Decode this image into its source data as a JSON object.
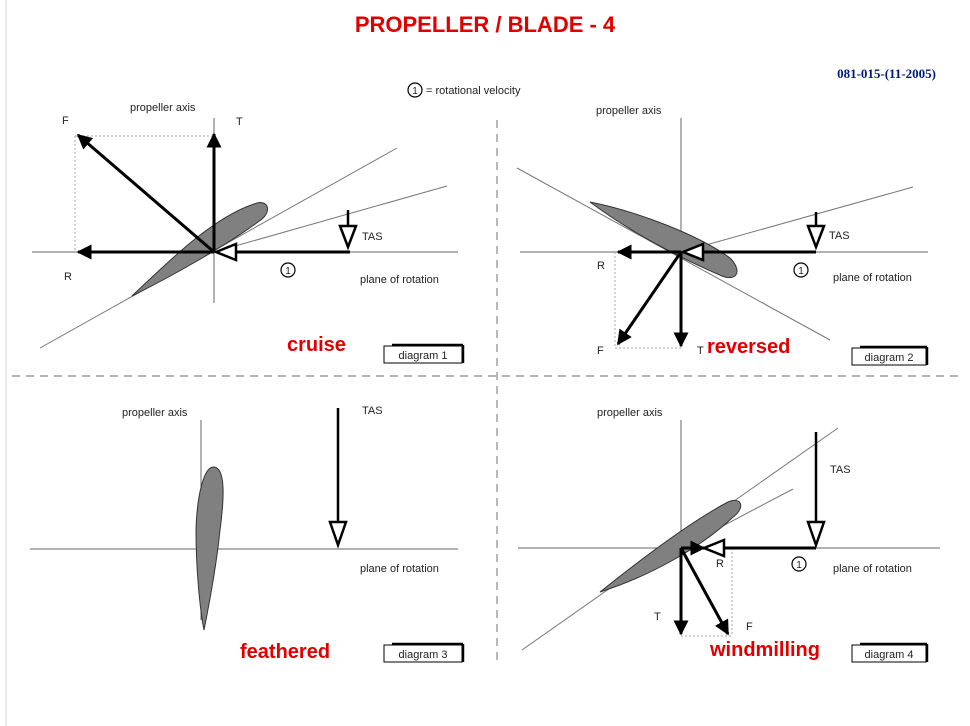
{
  "header": {
    "title": "PROPELLER / BLADE - 4",
    "reference": "081-015-(11-2005)"
  },
  "legend": {
    "symbol": "1",
    "text": "= rotational velocity"
  },
  "colors": {
    "title": "#e00000",
    "reference": "#001a80",
    "blade": "#7f7f7f"
  },
  "diagrams": [
    {
      "label": "diagram 1",
      "mode": "cruise",
      "axis_label": "propeller axis",
      "plane_label": "plane of rotation",
      "vectors": {
        "F": "F",
        "T": "T",
        "R": "R",
        "TAS": "TAS",
        "rot": "1"
      }
    },
    {
      "label": "diagram 2",
      "mode": "reversed",
      "axis_label": "propeller axis",
      "plane_label": "plane of rotation",
      "vectors": {
        "F": "F",
        "T": "T",
        "R": "R",
        "TAS": "TAS",
        "rot": "1"
      }
    },
    {
      "label": "diagram 3",
      "mode": "feathered",
      "axis_label": "propeller axis",
      "plane_label": "plane of rotation",
      "vectors": {
        "TAS": "TAS"
      }
    },
    {
      "label": "diagram 4",
      "mode": "windmilling",
      "axis_label": "propeller axis",
      "plane_label": "plane of rotation",
      "vectors": {
        "F": "F",
        "T": "T",
        "R": "R",
        "TAS": "TAS",
        "rot": "1"
      }
    }
  ]
}
